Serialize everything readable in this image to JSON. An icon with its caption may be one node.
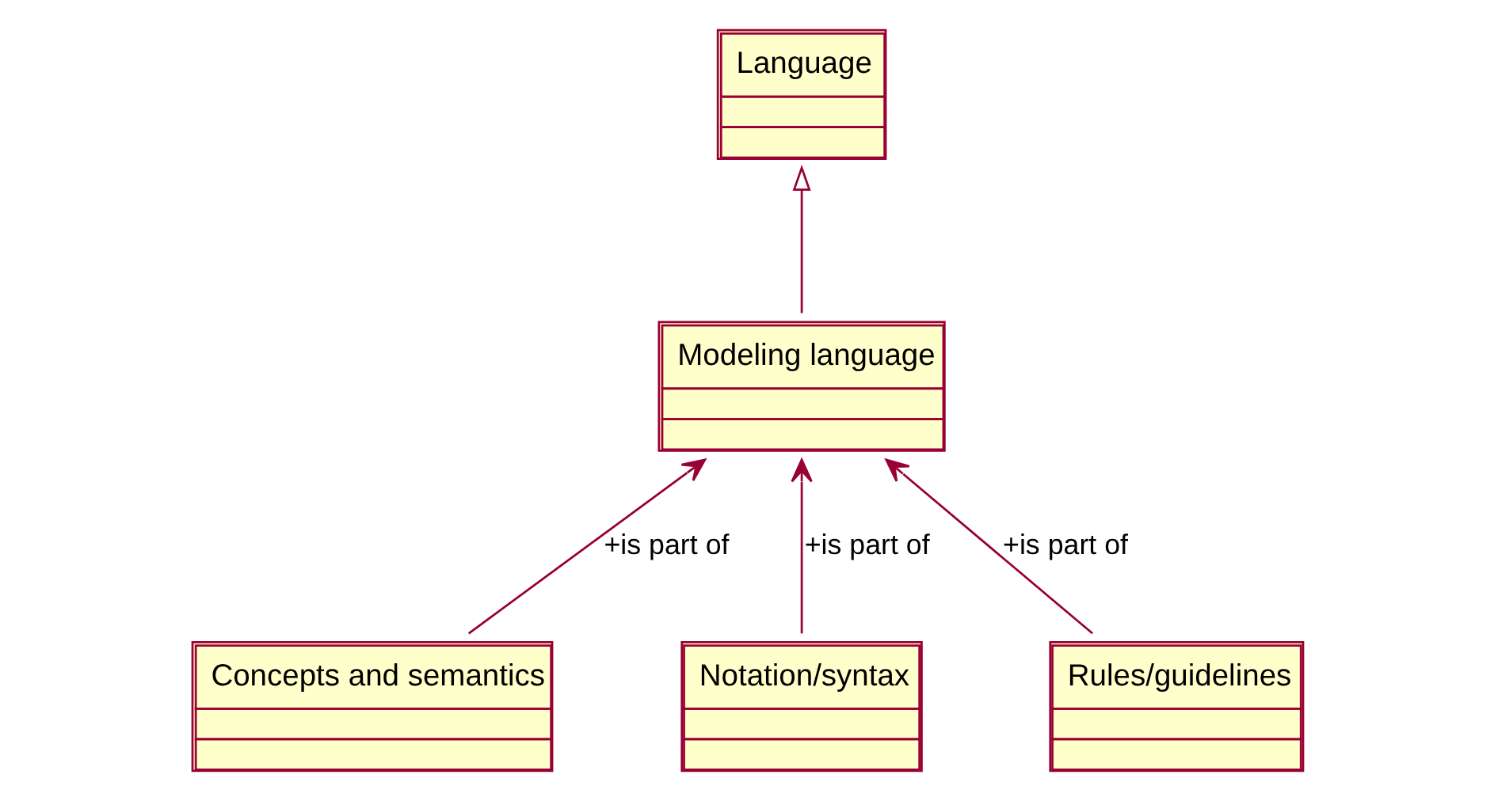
{
  "diagram": {
    "nodes": [
      {
        "text": [
          "Language"
        ]
      },
      {
        "text": [
          "Modeling language"
        ]
      },
      {
        "text": [
          "Concepts and semantics"
        ]
      },
      {
        "text": [
          "Notation/syntax"
        ]
      },
      {
        "text": [
          "Rules/guidelines"
        ]
      }
    ],
    "edges": [
      {
        "from": 1,
        "to": 0,
        "arrow": "to"
      },
      {
        "from": 2,
        "to": 1,
        "arrow": "to",
        "label": "+is part of"
      },
      {
        "from": 3,
        "to": 1,
        "arrow": "to",
        "label": "+is part of"
      },
      {
        "from": 4,
        "to": 1,
        "arrow": "to",
        "label": "+is part of"
      }
    ]
  }
}
